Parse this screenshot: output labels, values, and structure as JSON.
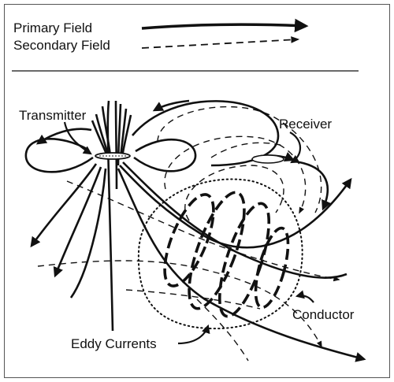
{
  "legend": {
    "primary_label": "Primary Field",
    "secondary_label": "Secondary Field"
  },
  "labels": {
    "transmitter": "Transmitter",
    "receiver": "Receiver",
    "conductor": "Conductor",
    "eddy_currents": "Eddy Currents"
  },
  "colors": {
    "ink": "#111111",
    "frame": "#555555",
    "background": "#ffffff"
  }
}
